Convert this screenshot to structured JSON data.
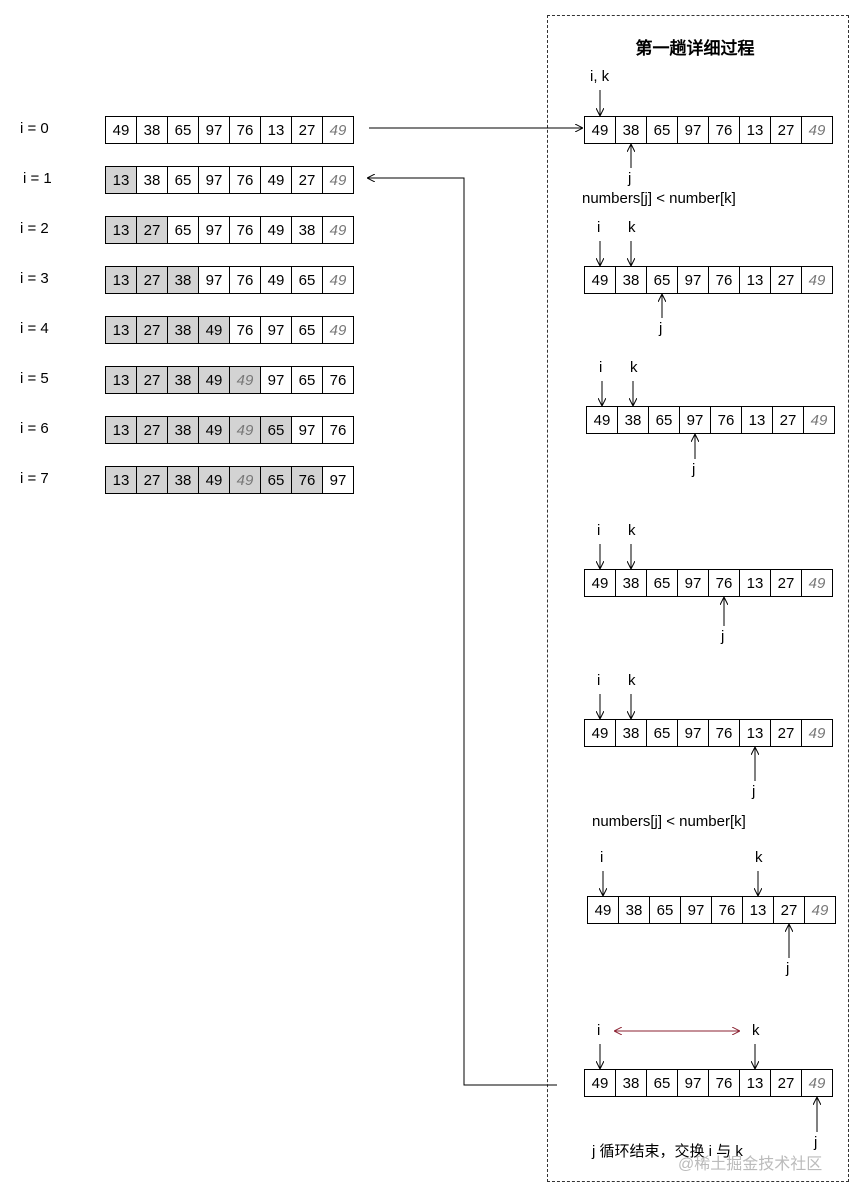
{
  "title": "第一趟详细过程",
  "iterations": [
    {
      "label": "i = 0",
      "cells": [
        {
          "v": "49"
        },
        {
          "v": "38"
        },
        {
          "v": "65"
        },
        {
          "v": "97"
        },
        {
          "v": "76"
        },
        {
          "v": "13"
        },
        {
          "v": "27"
        },
        {
          "v": "49",
          "it": true
        }
      ]
    },
    {
      "label": "i = 1",
      "cells": [
        {
          "v": "13",
          "g": true
        },
        {
          "v": "38"
        },
        {
          "v": "65"
        },
        {
          "v": "97"
        },
        {
          "v": "76"
        },
        {
          "v": "49"
        },
        {
          "v": "27"
        },
        {
          "v": "49",
          "it": true
        }
      ]
    },
    {
      "label": "i = 2",
      "cells": [
        {
          "v": "13",
          "g": true
        },
        {
          "v": "27",
          "g": true
        },
        {
          "v": "65"
        },
        {
          "v": "97"
        },
        {
          "v": "76"
        },
        {
          "v": "49"
        },
        {
          "v": "38"
        },
        {
          "v": "49",
          "it": true
        }
      ]
    },
    {
      "label": "i = 3",
      "cells": [
        {
          "v": "13",
          "g": true
        },
        {
          "v": "27",
          "g": true
        },
        {
          "v": "38",
          "g": true
        },
        {
          "v": "97"
        },
        {
          "v": "76"
        },
        {
          "v": "49"
        },
        {
          "v": "65"
        },
        {
          "v": "49",
          "it": true
        }
      ]
    },
    {
      "label": "i = 4",
      "cells": [
        {
          "v": "13",
          "g": true
        },
        {
          "v": "27",
          "g": true
        },
        {
          "v": "38",
          "g": true
        },
        {
          "v": "49",
          "g": true
        },
        {
          "v": "76"
        },
        {
          "v": "97"
        },
        {
          "v": "65"
        },
        {
          "v": "49",
          "it": true
        }
      ]
    },
    {
      "label": "i = 5",
      "cells": [
        {
          "v": "13",
          "g": true
        },
        {
          "v": "27",
          "g": true
        },
        {
          "v": "38",
          "g": true
        },
        {
          "v": "49",
          "g": true
        },
        {
          "v": "49",
          "g": true,
          "it": true
        },
        {
          "v": "97"
        },
        {
          "v": "65"
        },
        {
          "v": "76"
        }
      ]
    },
    {
      "label": "i = 6",
      "cells": [
        {
          "v": "13",
          "g": true
        },
        {
          "v": "27",
          "g": true
        },
        {
          "v": "38",
          "g": true
        },
        {
          "v": "49",
          "g": true
        },
        {
          "v": "49",
          "g": true,
          "it": true
        },
        {
          "v": "65",
          "g": true
        },
        {
          "v": "97"
        },
        {
          "v": "76"
        }
      ]
    },
    {
      "label": "i = 7",
      "cells": [
        {
          "v": "13",
          "g": true
        },
        {
          "v": "27",
          "g": true
        },
        {
          "v": "38",
          "g": true
        },
        {
          "v": "49",
          "g": true
        },
        {
          "v": "49",
          "g": true,
          "it": true
        },
        {
          "v": "65",
          "g": true
        },
        {
          "v": "76",
          "g": true
        },
        {
          "v": "97"
        }
      ]
    }
  ],
  "steps": [
    {
      "cells": [
        "49",
        "38",
        "65",
        "97",
        "76",
        "13",
        "27",
        "49"
      ],
      "top": [
        {
          "text": "i, k",
          "col": 0
        }
      ],
      "bottom": {
        "text": "j",
        "col": 1
      },
      "note": "numbers[j] < number[k]"
    },
    {
      "cells": [
        "49",
        "38",
        "65",
        "97",
        "76",
        "13",
        "27",
        "49"
      ],
      "top": [
        {
          "text": "i",
          "col": 0
        },
        {
          "text": "k",
          "col": 1
        }
      ],
      "bottom": {
        "text": "j",
        "col": 2
      },
      "note": ""
    },
    {
      "cells": [
        "49",
        "38",
        "65",
        "97",
        "76",
        "13",
        "27",
        "49"
      ],
      "top": [
        {
          "text": "i",
          "col": 0
        },
        {
          "text": "k",
          "col": 1
        }
      ],
      "bottom": {
        "text": "j",
        "col": 3
      },
      "note": ""
    },
    {
      "cells": [
        "49",
        "38",
        "65",
        "97",
        "76",
        "13",
        "27",
        "49"
      ],
      "top": [
        {
          "text": "i",
          "col": 0
        },
        {
          "text": "k",
          "col": 1
        }
      ],
      "bottom": {
        "text": "j",
        "col": 4
      },
      "note": ""
    },
    {
      "cells": [
        "49",
        "38",
        "65",
        "97",
        "76",
        "13",
        "27",
        "49"
      ],
      "top": [
        {
          "text": "i",
          "col": 0
        },
        {
          "text": "k",
          "col": 1
        }
      ],
      "bottom": {
        "text": "j",
        "col": 5
      },
      "note": "numbers[j] < number[k]"
    },
    {
      "cells": [
        "49",
        "38",
        "65",
        "97",
        "76",
        "13",
        "27",
        "49"
      ],
      "top": [
        {
          "text": "i",
          "col": 0
        },
        {
          "text": "k",
          "col": 5
        }
      ],
      "bottom": {
        "text": "j",
        "col": 6
      },
      "note": ""
    },
    {
      "cells": [
        "49",
        "38",
        "65",
        "97",
        "76",
        "13",
        "27",
        "49"
      ],
      "top": [
        {
          "text": "i",
          "col": 0
        },
        {
          "text": "k",
          "col": 5
        }
      ],
      "bottom": {
        "text": "j",
        "col": 7
      },
      "note": "j 循环结束，交换 i 与 k"
    }
  ],
  "watermark": "@稀土掘金技术社区",
  "colors": {
    "highlight": "#d3d3d3",
    "swap_arrow": "#8b2232",
    "muted": "#777777"
  }
}
